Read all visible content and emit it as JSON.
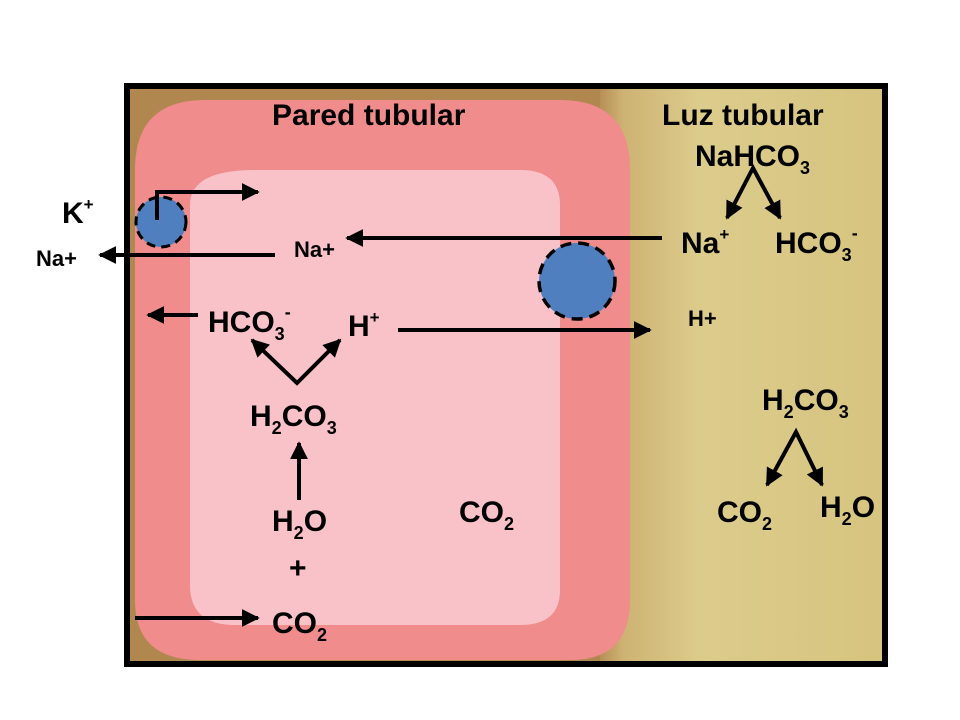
{
  "diagram": {
    "regions": {
      "cell_title": "Pared tubular",
      "lumen_title": "Luz tubular"
    },
    "outside": {
      "k_ion": {
        "base": "K",
        "sup": "+"
      },
      "na_out": "Na+"
    },
    "cell": {
      "na_in": "Na+",
      "bicarbonate": {
        "base": "HCO",
        "sub": "3",
        "sup": "-"
      },
      "hydrogen": {
        "base": "H",
        "sup": "+"
      },
      "carbonic_acid": {
        "p1": "H",
        "s1": "2",
        "p2": "CO",
        "s2": "3"
      },
      "water": {
        "p1": "H",
        "s1": "2",
        "p2": "O"
      },
      "plus": "+",
      "co2_bottom": {
        "p1": "CO",
        "s1": "2"
      },
      "co2_middle": {
        "p1": "CO",
        "s1": "2"
      }
    },
    "lumen": {
      "nahco3": {
        "p1": "NaHCO",
        "s1": "3"
      },
      "sodium": {
        "base": "Na",
        "sup": "+"
      },
      "bicarbonate": {
        "base": "HCO",
        "sub": "3",
        "sup": "-"
      },
      "hydrogen_plain": "H+",
      "carbonic_acid": {
        "p1": "H",
        "s1": "2",
        "p2": "CO",
        "s2": "3"
      },
      "co2": {
        "p1": "CO",
        "s1": "2"
      },
      "water": {
        "p1": "H",
        "s1": "2",
        "p2": "O"
      }
    },
    "colors": {
      "frame": "#000000",
      "interstitium": "#b0884f",
      "cell_outer": "#f08c8c",
      "cell_inner": "#f9c2c8",
      "lumen": "#d8c987",
      "transporter": "#4f7fbf"
    }
  }
}
